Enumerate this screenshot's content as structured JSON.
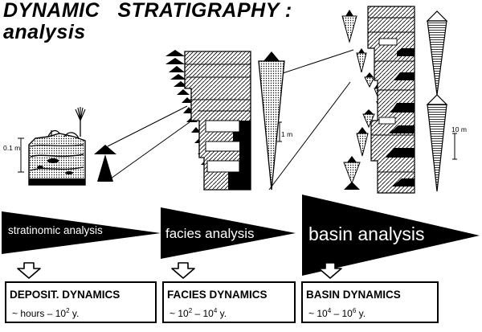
{
  "title": {
    "line1": "DYNAMIC   STRATIGRAPHY :",
    "line2": "analysis"
  },
  "scales": {
    "outcrop": "0.1 m",
    "facies": "1 m",
    "basin": "10 m"
  },
  "bands": {
    "stratinomic": "stratinomic analysis",
    "facies": "facies analysis",
    "basin": "basin analysis"
  },
  "boxes": {
    "deposit": {
      "title": "DEPOSIT.  DYNAMICS",
      "value_prefix": "~  hours  –  10",
      "value_exp": "2",
      "value_suffix": " y."
    },
    "facies": {
      "title": "FACIES  DYNAMICS",
      "value_prefix": "~  10",
      "value_exp": "2",
      "value_mid": "  –  10",
      "value_exp2": "4",
      "value_suffix": "  y."
    },
    "basin": {
      "title": "BASIN  DYNAMICS",
      "value_prefix": "~  10",
      "value_exp": "4",
      "value_mid": "  –  10",
      "value_exp2": "6",
      "value_suffix": "  y."
    }
  },
  "colors": {
    "ink": "#000000",
    "paper": "#ffffff"
  }
}
